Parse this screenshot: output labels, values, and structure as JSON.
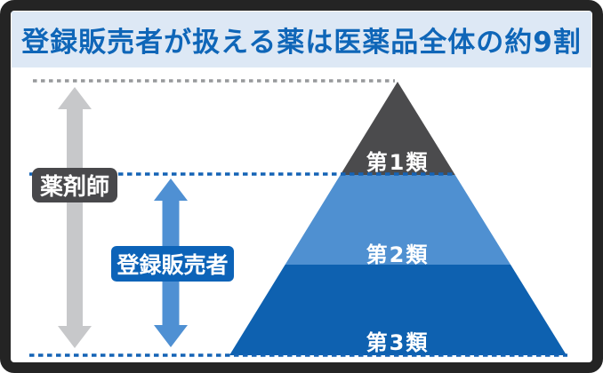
{
  "title": "登録販売者が扱える薬は医薬品全体の約9割",
  "roles": {
    "pharmacist": {
      "label": "薬剤師"
    },
    "registered_seller": {
      "label": "登録販売者"
    }
  },
  "pyramid": {
    "tiers": [
      {
        "label": "第1類"
      },
      {
        "label": "第2類"
      },
      {
        "label": "第3類"
      }
    ]
  },
  "colors": {
    "frame": "#242424",
    "background": "#ffffff",
    "title_bg": "#dde8f5",
    "title_text": "#0f66b8",
    "tier1_fill": "#4b4b4d",
    "tier2_fill": "#4f90d1",
    "tier3_fill": "#0e61b0",
    "pharmacist_box": "#48484b",
    "pharmacist_arrow": "#c7c8ca",
    "seller_box": "#0c63b8",
    "seller_arrow": "#4f90d3",
    "dashed_gray": "#97999b",
    "dashed_blue": "#1463b5"
  }
}
